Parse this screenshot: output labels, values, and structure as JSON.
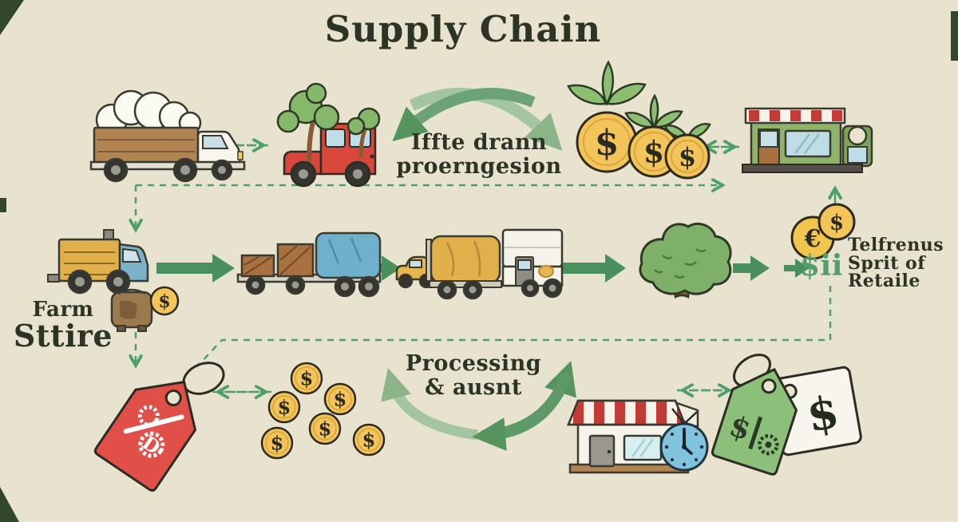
{
  "title": "Supply Chain",
  "labels": {
    "top_cycle": [
      "Iffte drann",
      "proerngesion"
    ],
    "bottom_cycle": [
      "Processing",
      "& ausnt"
    ],
    "farm": [
      "Farm",
      "Sttire"
    ],
    "retail": [
      "Telfrenus",
      "Sprit of",
      "Retaile"
    ],
    "green_fee": "$ii"
  },
  "symbols": {
    "dollar": "$",
    "euro": "€",
    "gear_letter": "D"
  },
  "colors": {
    "background": "#e8e3ce",
    "text_dark": "#2c3425",
    "arrow_green_dark": "#55935f",
    "arrow_green_light": "#9cc29b",
    "dashed_green": "#4da06a",
    "coin_gold": "#f2c45a",
    "red": "#d9473c",
    "tag_green": "#8cc07a",
    "store_green": "#8fb36a",
    "tarp_blue": "#6fb0cd",
    "clock_blue": "#7fc4dc",
    "wood_brown": "#a9713f",
    "cargo_yellow": "#e2b04a"
  }
}
